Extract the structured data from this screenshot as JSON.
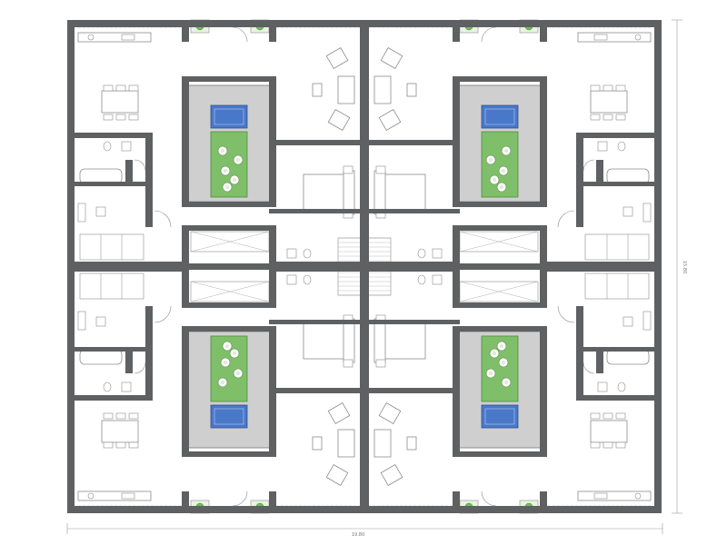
{
  "drawing": {
    "title": "",
    "dimension_width_label": "19.80",
    "dimension_height_label": "15.80",
    "colors": {
      "wall": "#5f6062",
      "background": "#ffffff",
      "pool": "#4a78c9",
      "garden": "#7fbf6a",
      "paving": "#cfcfcf",
      "furniture_line": "#8c8c8c"
    },
    "units": 4,
    "unit_features": [
      "courtyard-pool",
      "courtyard-garden",
      "living-room",
      "kitchen-dining",
      "bedroom",
      "bathroom",
      "corridor",
      "entrance"
    ],
    "icons": [
      "sofa-icon",
      "armchair-icon",
      "dining-table-icon",
      "bed-icon",
      "toilet-icon",
      "tree-icon",
      "door-swing-icon",
      "staircase-icon"
    ]
  }
}
